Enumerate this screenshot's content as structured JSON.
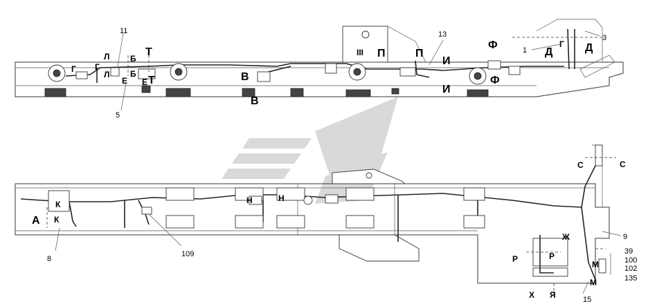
{
  "top_view": {
    "labels": {
      "callout_11": "11",
      "callout_13": "13",
      "callout_3": "3",
      "callout_1": "1",
      "callout_5": "5",
      "G1": "Г",
      "G2": "Г",
      "L1": "Л",
      "L2": "Л",
      "B_small1": "Б",
      "B_small2": "Б",
      "E1": "Е",
      "E2": "Е",
      "T1": "Т",
      "T2": "Т",
      "V1": "В",
      "V2": "В",
      "III": "III",
      "P1": "П",
      "P2": "П",
      "I1": "И",
      "I2": "И",
      "F1": "Ф",
      "F2": "Ф",
      "D_small": "Г",
      "D1": "Д",
      "D2": "Д"
    }
  },
  "bottom_view": {
    "labels": {
      "callout_8": "8",
      "callout_109": "109",
      "callout_9": "9",
      "callout_39": "39",
      "callout_100": "100",
      "callout_102": "102",
      "callout_135": "135",
      "callout_15": "15",
      "A": "А",
      "K1": "К",
      "K2": "К",
      "H1": "Н",
      "H2": "Н",
      "S1": "С",
      "S2": "С",
      "ZH": "Ж",
      "R1": "Р",
      "R2": "Р",
      "M1": "М",
      "M2": "М",
      "X": "Х",
      "YA": "Я"
    }
  },
  "colors": {
    "watermark": "#d9d9d9",
    "line": "#222222"
  }
}
